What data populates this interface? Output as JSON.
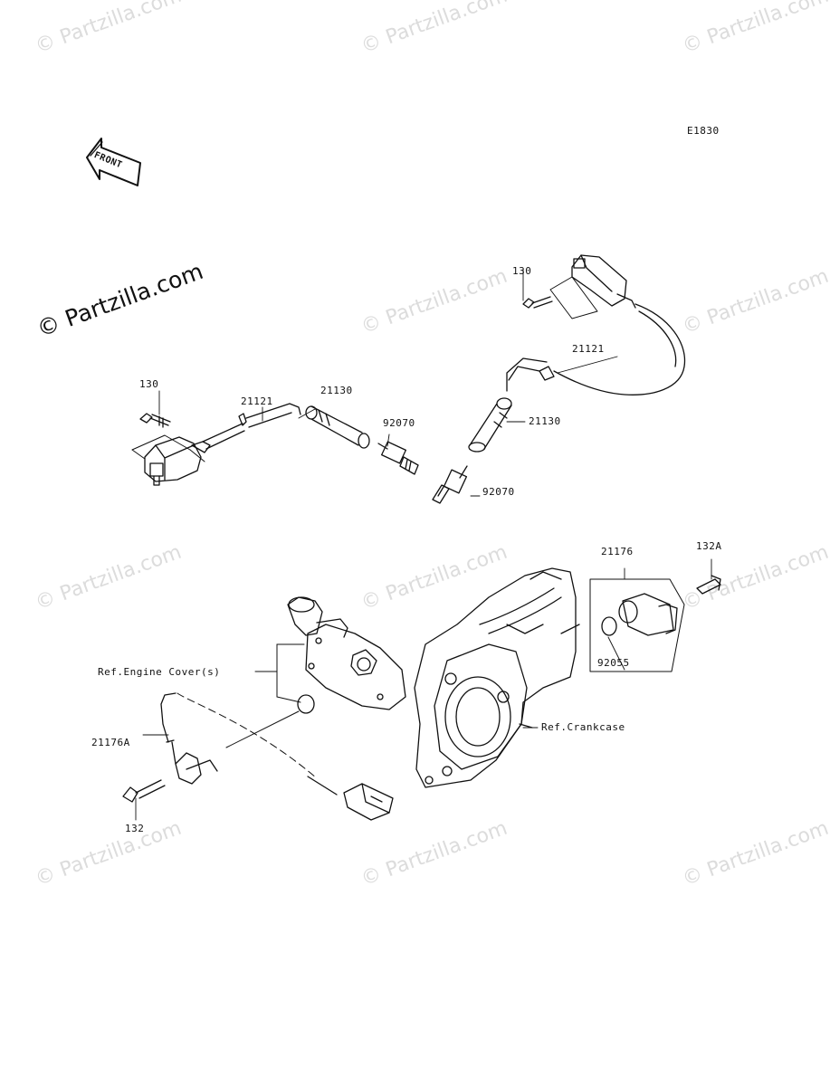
{
  "diagram_code": "E1830",
  "front_label": "FRONT",
  "watermark": {
    "main": "© Partzilla.com",
    "repeat": "© Partzilla.com"
  },
  "callouts": {
    "bolt_130_left": "130",
    "bolt_130_right": "130",
    "lead_21121_left": "21121",
    "lead_21121_right": "21121",
    "cap_21130_left": "21130",
    "cap_21130_right": "21130",
    "plug_92070_left": "92070",
    "plug_92070_right": "92070",
    "sensor_21176": "21176",
    "bolt_132A": "132A",
    "oring_92055": "92055",
    "sensor_21176A": "21176A",
    "bolt_132": "132",
    "ref_engine_cover": "Ref.Engine Cover(s)",
    "ref_crankcase": "Ref.Crankcase"
  }
}
